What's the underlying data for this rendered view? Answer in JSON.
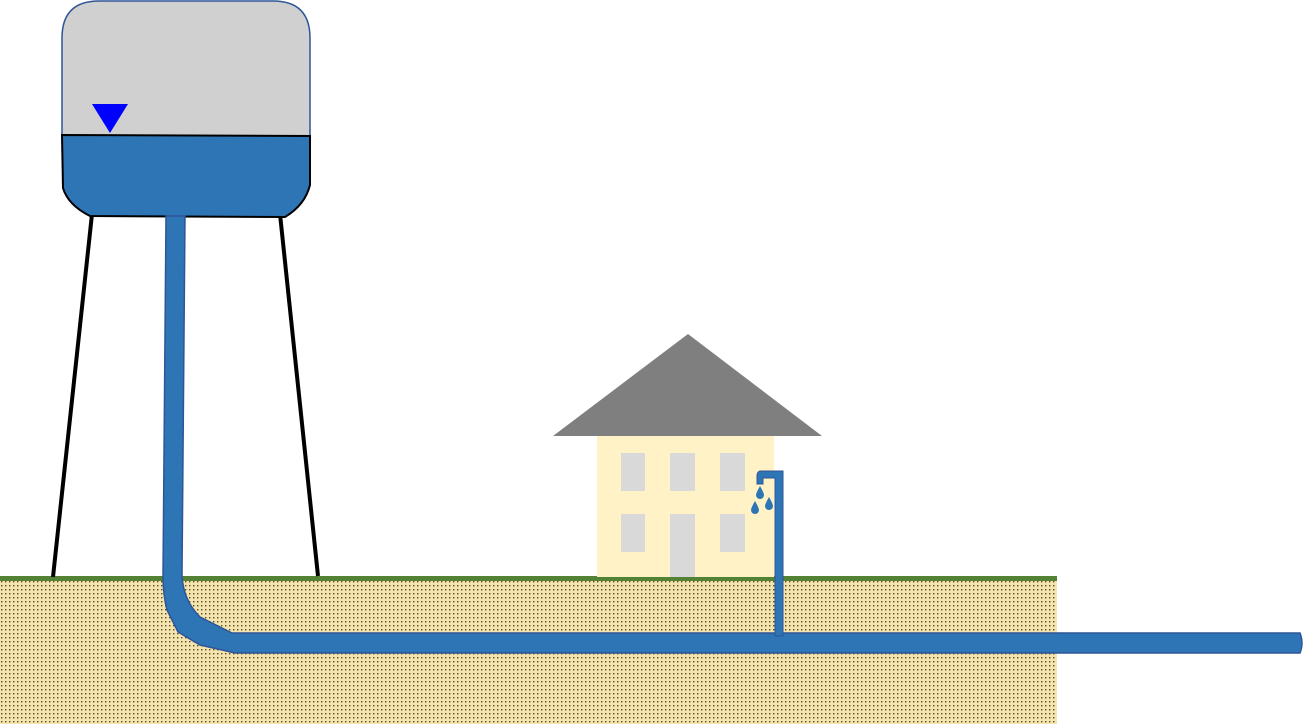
{
  "diagram": {
    "colors": {
      "water": "#2e75b6",
      "pipe_outline": "#2f5597",
      "tank_air": "#d0d0d0",
      "water_level_marker": "#0000ff",
      "ground_fill": "#f3e4b0",
      "ground_dots": "#5a4a1a",
      "grass": "#548235",
      "roof": "#7f7f7f",
      "house_wall": "#fff2c6",
      "window": "#d9d9d9",
      "legs": "#000000"
    },
    "icons": [
      "water-tower",
      "water-level-marker",
      "house",
      "faucet",
      "water-drops"
    ]
  }
}
